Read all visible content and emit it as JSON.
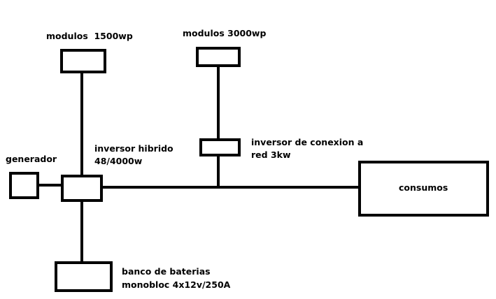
{
  "labels": {
    "modulos_1500": "modulos  1500wp",
    "modulos_3000": "modulos 3000wp",
    "inversor_red_line1": "inversor de conexion a",
    "inversor_red_line2": "red 3kw",
    "inversor_hibrido_line1": "inversor hibrido",
    "inversor_hibrido_line2": "48/4000w",
    "generador": "generador",
    "consumos": "consumos",
    "banco_line1": "banco de baterias",
    "banco_line2": "monobloc 4x12v/250A"
  }
}
